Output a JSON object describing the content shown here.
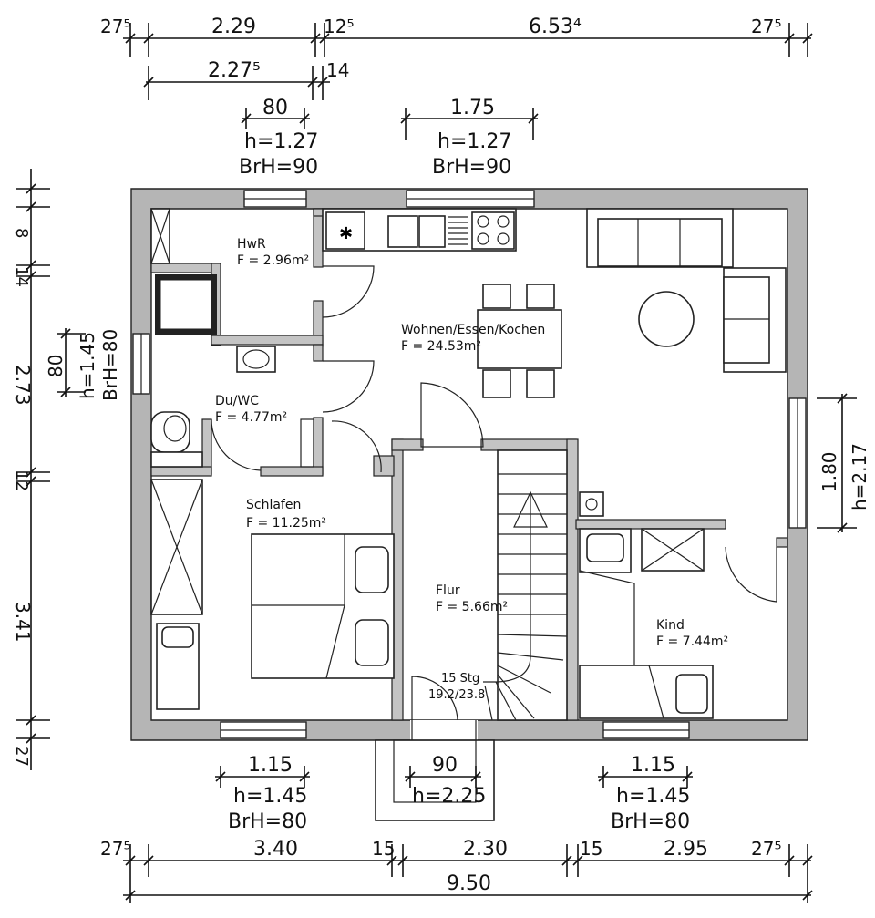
{
  "top_dimensions_row1": [
    "27⁵",
    "2.29",
    "12⁵",
    "6.53⁴",
    "27⁵"
  ],
  "top_dimensions_row2": [
    "2.27⁵",
    "14"
  ],
  "top_windows": [
    {
      "width": "80",
      "h": "h=1.27",
      "brh": "BrH=90"
    },
    {
      "width": "1.75",
      "h": "h=1.27",
      "brh": "BrH=90"
    }
  ],
  "left_window": {
    "width": "80",
    "h": "h=1.45",
    "brh": "BrH=80"
  },
  "left_dimensions": [
    "",
    "8",
    "14",
    "2.73",
    "12",
    "3.41",
    "27"
  ],
  "right_window": {
    "width": "1.80",
    "h": "h=2.17"
  },
  "rooms": [
    {
      "name": "HwR",
      "area": "F = 2.96m²"
    },
    {
      "name": "Wohnen/Essen/Kochen",
      "area": "F = 24.53m²"
    },
    {
      "name": "Du/WC",
      "area": "F = 4.77m²"
    },
    {
      "name": "Schlafen",
      "area": "F = 11.25m²"
    },
    {
      "name": "Flur",
      "area": "F = 5.66m²"
    },
    {
      "name": "Kind",
      "area": "F = 7.44m²"
    }
  ],
  "stairs": {
    "steps": "15 Stg",
    "ratio": "19.2/23.8"
  },
  "bottom_windows": [
    {
      "width": "1.15",
      "h": "h=1.45",
      "brh": "BrH=80"
    },
    {
      "width": "1.15",
      "h": "h=1.45",
      "brh": "BrH=80"
    }
  ],
  "entrance_door": {
    "width": "90",
    "h": "h=2.25"
  },
  "bottom_dimensions_row1": [
    "27⁵",
    "3.40",
    "15",
    "2.30",
    "15",
    "2.95",
    "27⁵"
  ],
  "bottom_total": "9.50"
}
